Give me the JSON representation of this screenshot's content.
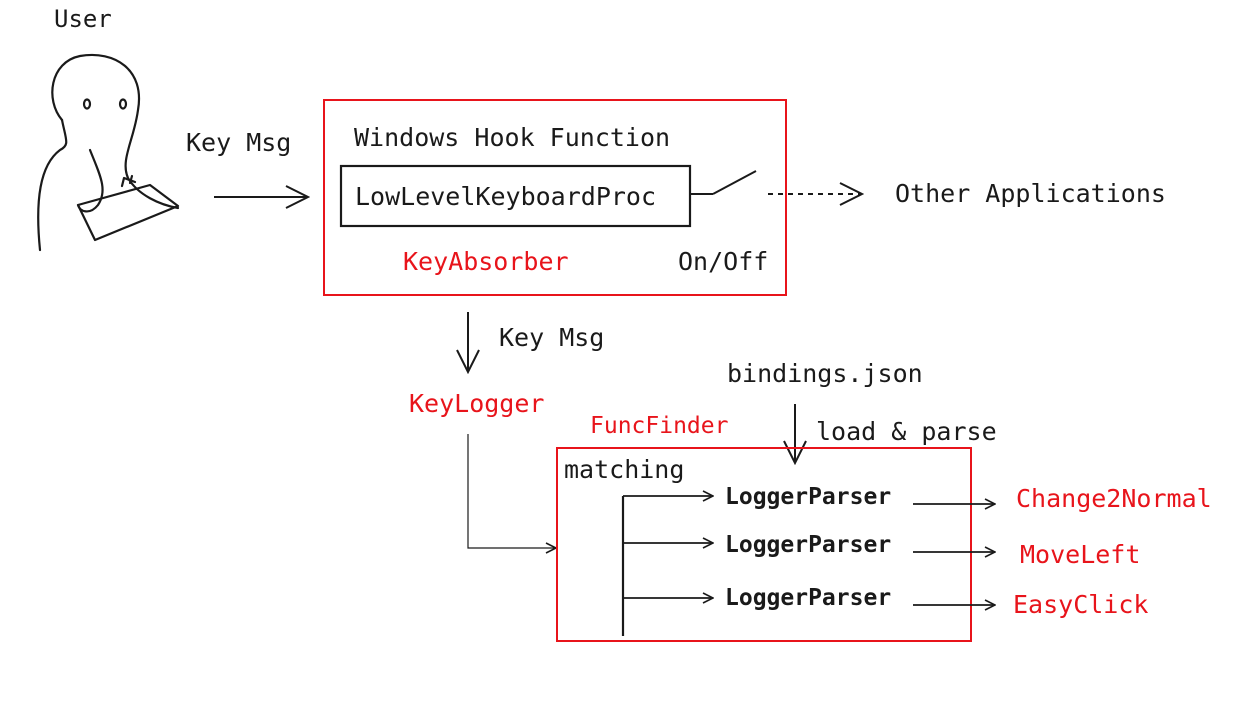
{
  "user_label": "User",
  "key_msg_1": "Key Msg",
  "hook_title": "Windows Hook Function",
  "hook_proc": "LowLevelKeyboardProc",
  "key_absorber": "KeyAbsorber",
  "on_off": "On/Off",
  "other_apps": "Other Applications",
  "key_msg_2": "Key Msg",
  "key_logger": "KeyLogger",
  "bindings": "bindings.json",
  "load_parse": "load & parse",
  "func_finder": "FuncFinder",
  "matching": "matching",
  "parsers": [
    {
      "parser": "LoggerParser",
      "target": "Change2Normal"
    },
    {
      "parser": "LoggerParser",
      "target": "MoveLeft"
    },
    {
      "parser": "LoggerParser",
      "target": "EasyClick"
    }
  ],
  "colors": {
    "red": "#e8141b",
    "ink": "#1a1a1a"
  }
}
